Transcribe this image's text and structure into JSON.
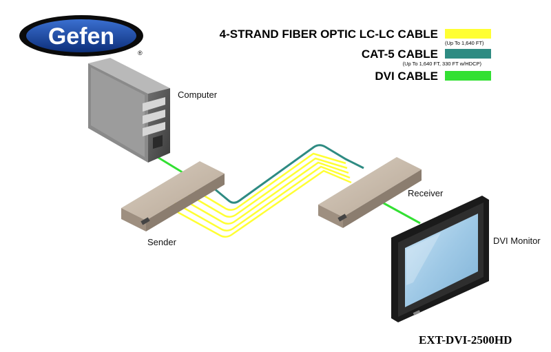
{
  "brand": {
    "name": "Gefen",
    "registered": "®"
  },
  "legend": {
    "fiber": {
      "label": "4-STRAND FIBER OPTIC LC-LC CABLE",
      "note": "(Up To 1,640 FT)",
      "color": "#ffff33"
    },
    "cat5": {
      "label": "CAT-5 CABLE",
      "note": "(Up To 1,640 FT, 330 FT w/HDCP)",
      "color": "#2e8b82"
    },
    "dvi": {
      "label": "DVI CABLE",
      "color": "#33e033"
    }
  },
  "devices": {
    "computer": "Computer",
    "sender": "Sender",
    "receiver": "Receiver",
    "monitor": "DVI Monitor"
  },
  "model": "EXT-DVI-2500HD"
}
